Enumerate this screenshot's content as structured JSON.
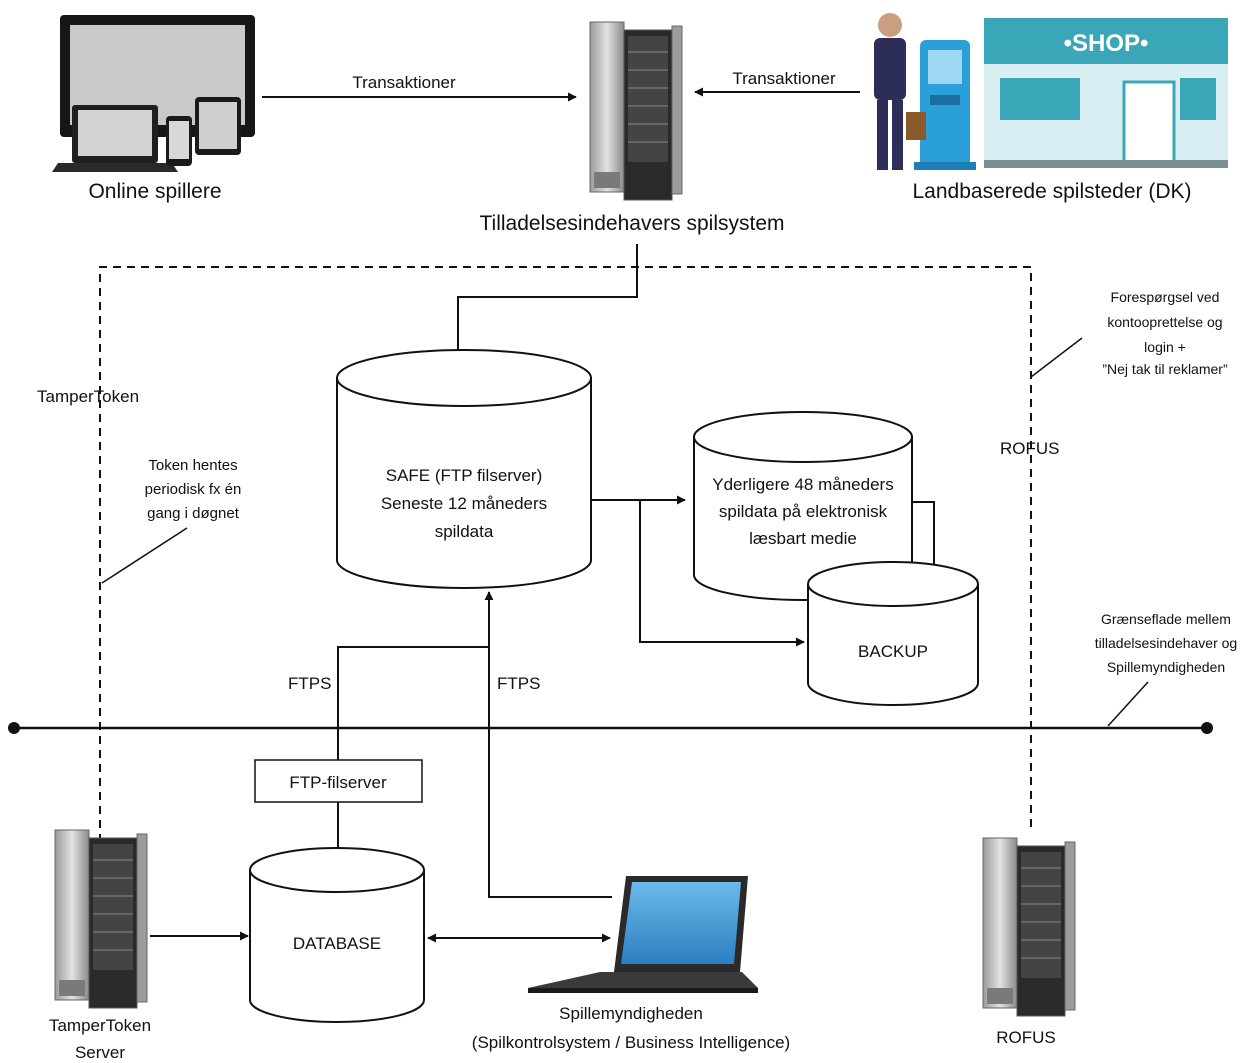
{
  "nodes": {
    "online_players": "Online spillere",
    "licensee_system": "Tilladelsesindehavers spilsystem",
    "land_based": "Landbaserede spilsteder (DK)",
    "shop_sign": "•SHOP•",
    "safe_line1": "SAFE (FTP filserver)",
    "safe_line2": "Seneste 12 måneders",
    "safe_line3": "spildata",
    "extra_line1": "Yderligere 48 måneders",
    "extra_line2": "spildata på elektronisk",
    "extra_line3": "læsbart medie",
    "backup": "BACKUP",
    "ftp_fileserver": "FTP-filserver",
    "database": "DATABASE",
    "tampertoken_server_line1": "TamperToken",
    "tampertoken_server_line2": "Server",
    "authority_line1": "Spillemyndigheden",
    "authority_line2": "(Spilkontrolsystem / Business Intelligence)",
    "rofus_server": "ROFUS"
  },
  "edges": {
    "transactions_left": "Transaktioner",
    "transactions_right": "Transaktioner",
    "ftps_left": "FTPS",
    "ftps_right": "FTPS",
    "tampertoken": "TamperToken",
    "rofus": "ROFUS"
  },
  "notes": {
    "token_line1": "Token hentes",
    "token_line2": "periodisk fx én",
    "token_line3": "gang i døgnet",
    "rofus_line1": "Forespørgsel ved",
    "rofus_line2": "kontooprettelse og",
    "rofus_line3": "login +",
    "rofus_line4": "”Nej tak til reklamer”",
    "boundary_line1": "Grænseflade mellem",
    "boundary_line2": "tilladelsesindehaver og",
    "boundary_line3": "Spillemyndigheden"
  },
  "colors": {
    "line": "#111111",
    "device_bezel": "#161616",
    "device_screen": "#c8c8c8",
    "server_body": "#b9b9b9",
    "kiosk_blue": "#2a9fd8",
    "shop_teal": "#3aa7b8",
    "shop_light": "#d9eef2",
    "laptop_screen": "#4aa3df"
  }
}
